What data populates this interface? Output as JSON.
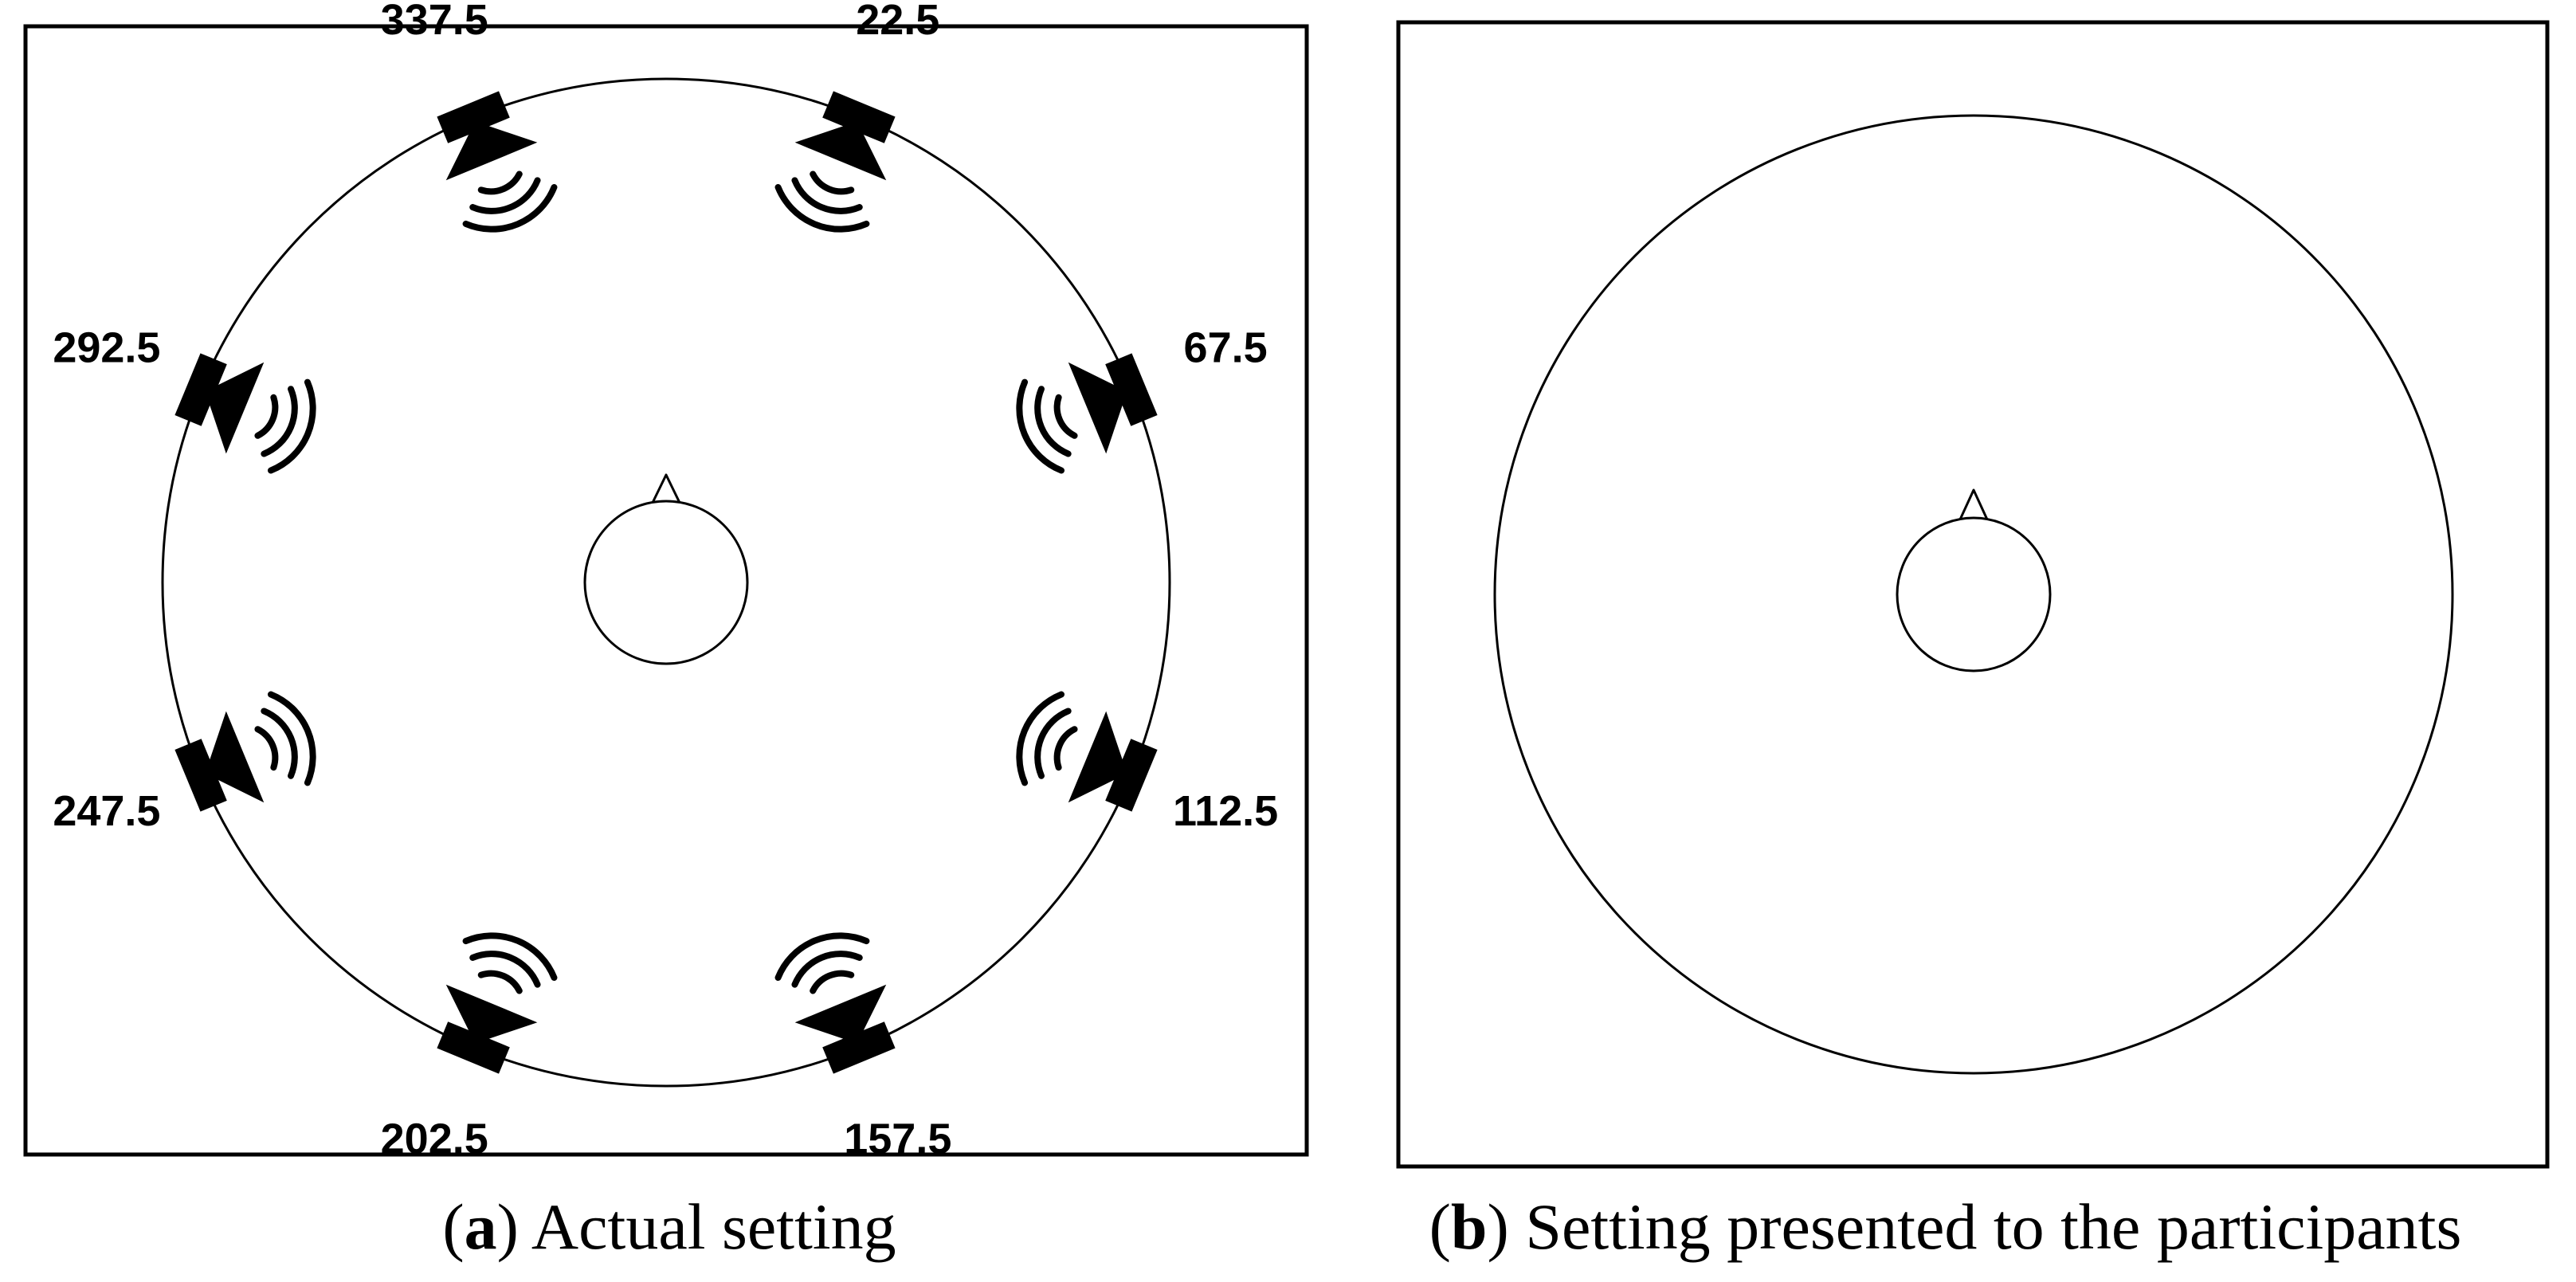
{
  "colors": {
    "background": "#ffffff",
    "stroke": "#000000",
    "speaker_fill": "#000000"
  },
  "panel_a": {
    "caption_open": "(",
    "caption_letter": "a",
    "caption_text": ") Actual setting",
    "speakers": [
      {
        "angle": 337.5,
        "label": "337.5",
        "icon": "speaker-icon"
      },
      {
        "angle": 22.5,
        "label": "22.5",
        "icon": "speaker-icon"
      },
      {
        "angle": 67.5,
        "label": "67.5",
        "icon": "speaker-icon"
      },
      {
        "angle": 112.5,
        "label": "112.5",
        "icon": "speaker-icon"
      },
      {
        "angle": 157.5,
        "label": "157.5",
        "icon": "speaker-icon"
      },
      {
        "angle": 202.5,
        "label": "202.5",
        "icon": "speaker-icon"
      },
      {
        "angle": 247.5,
        "label": "247.5",
        "icon": "speaker-icon"
      },
      {
        "angle": 292.5,
        "label": "292.5",
        "icon": "speaker-icon"
      }
    ]
  },
  "panel_b": {
    "caption_open": "(",
    "caption_letter": "b",
    "caption_text": ") Setting presented to the participants"
  }
}
